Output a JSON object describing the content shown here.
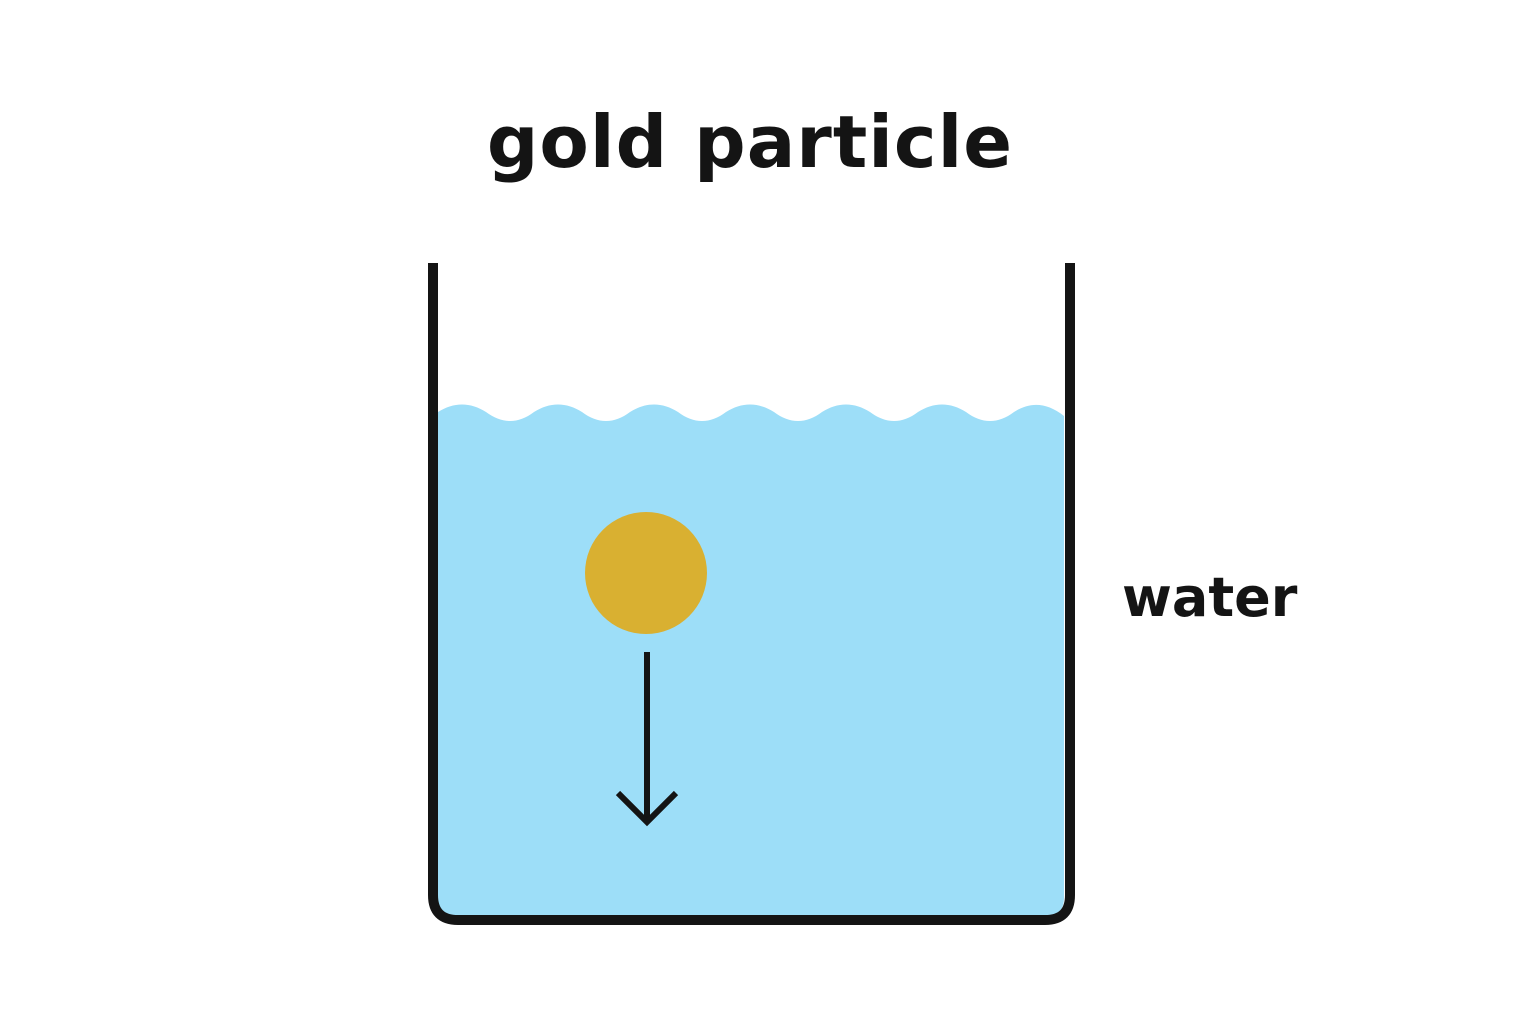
{
  "title": "gold particle",
  "labels": {
    "water": "water"
  },
  "colors": {
    "water": "#9ddef8",
    "wave_crest": "#8ed6f6",
    "gold": "#d9b031",
    "outline": "#141414",
    "background": "#ffffff"
  },
  "icons": {
    "particle": "gold-particle-circle",
    "motion": "down-arrow-icon"
  }
}
